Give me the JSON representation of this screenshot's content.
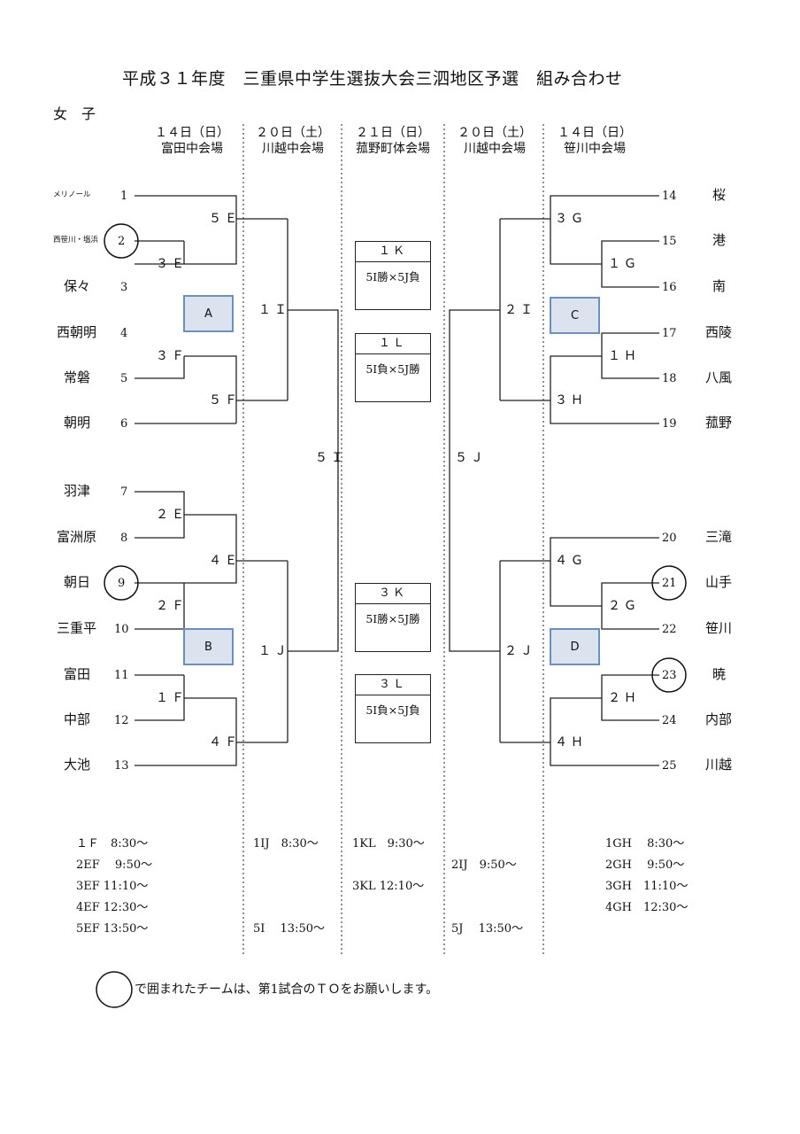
{
  "title": "平成３１年度　三重県中学生選抜大会三泗地区予選　組み合わせ",
  "gender": "女　子",
  "columns": [
    {
      "day": "１４日（日）",
      "venue": "富田中会場"
    },
    {
      "day": "２０日（土）",
      "venue": "川越中会場"
    },
    {
      "day": "２１日（日）",
      "venue": "菰野町体会場"
    },
    {
      "day": "２０日（土）",
      "venue": "川越中会場"
    },
    {
      "day": "１４日（日）",
      "venue": "笹川中会場"
    }
  ],
  "left_teams": [
    {
      "name": "メリノール",
      "num": "1"
    },
    {
      "name": "西笹川・塩浜",
      "num": "2"
    },
    {
      "name": "保々",
      "num": "3"
    },
    {
      "name": "西朝明",
      "num": "4"
    },
    {
      "name": "常磐",
      "num": "5"
    },
    {
      "name": "朝明",
      "num": "6"
    },
    {
      "name": "羽津",
      "num": "7"
    },
    {
      "name": "富洲原",
      "num": "8"
    },
    {
      "name": "朝日",
      "num": "9"
    },
    {
      "name": "三重平",
      "num": "10"
    },
    {
      "name": "富田",
      "num": "11"
    },
    {
      "name": "中部",
      "num": "12"
    },
    {
      "name": "大池",
      "num": "13"
    }
  ],
  "right_teams": [
    {
      "name": "桜",
      "num": "14"
    },
    {
      "name": "港",
      "num": "15"
    },
    {
      "name": "南",
      "num": "16"
    },
    {
      "name": "西陵",
      "num": "17"
    },
    {
      "name": "八風",
      "num": "18"
    },
    {
      "name": "菰野",
      "num": "19"
    },
    {
      "name": "三滝",
      "num": "20"
    },
    {
      "name": "山手",
      "num": "21"
    },
    {
      "name": "笹川",
      "num": "22"
    },
    {
      "name": "暁",
      "num": "23"
    },
    {
      "name": "内部",
      "num": "24"
    },
    {
      "name": "川越",
      "num": "25"
    }
  ],
  "match_labels": {
    "m5E": "５Ｅ",
    "m3E": "３Ｅ",
    "m3F": "３Ｆ",
    "m5F": "５Ｆ",
    "m2E": "２Ｅ",
    "m4E": "４Ｅ",
    "m2F": "２Ｆ",
    "m1F": "１Ｆ",
    "m4F": "４Ｆ",
    "m1I": "１Ｉ",
    "m1J": "１Ｊ",
    "m5I": "５Ｉ",
    "m5J": "５Ｊ",
    "m2I": "２Ｉ",
    "m2J": "２Ｊ",
    "m3G": "３Ｇ",
    "m1G": "１Ｇ",
    "m1H": "１Ｈ",
    "m3H": "３Ｈ",
    "m4G": "４Ｇ",
    "m2G": "２Ｇ",
    "m2H": "２Ｈ",
    "m4H": "４Ｈ"
  },
  "seed_boxes": {
    "A": "A",
    "B": "B",
    "C": "C",
    "D": "D"
  },
  "placement_matches": [
    {
      "label": "１Ｋ",
      "desc": "5I勝×5J負"
    },
    {
      "label": "１Ｌ",
      "desc": "5I負×5J勝"
    },
    {
      "label": "３Ｋ",
      "desc": "5I勝×5J勝"
    },
    {
      "label": "３Ｌ",
      "desc": "5I負×5J負"
    }
  ],
  "schedule": {
    "col1": [
      "１Ｆ　8:30～",
      "2EF　 9:50～",
      "3EF 11:10～",
      "4EF 12:30～",
      "5EF 13:50～"
    ],
    "col2": [
      "1IJ　8:30～",
      "5I　 13:50～"
    ],
    "col3": [
      "1KL　9:30～",
      "3KL 12:10～"
    ],
    "col4": [
      "2IJ　9:50～",
      "5J　 13:50～"
    ],
    "col5": [
      "1GH　 8:30～",
      "2GH　 9:50～",
      "3GH　11:10～",
      "4GH　12:30～"
    ]
  },
  "note": "で囲まれたチームは、第1試合のＴＯをお願いします。"
}
